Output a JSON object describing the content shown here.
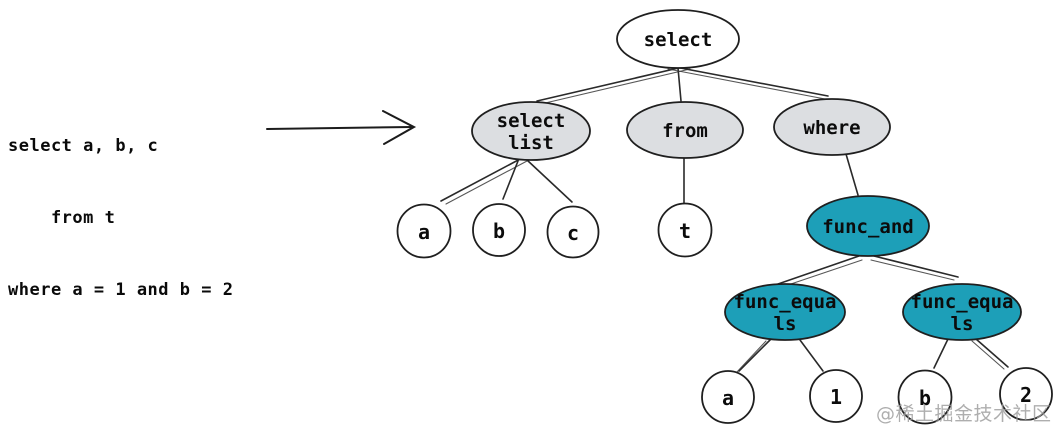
{
  "sql_snippet": {
    "lines": [
      "select a, b, c",
      "    from t",
      "where a = 1 and b = 2"
    ]
  },
  "icons": {
    "arrow_right": "→"
  },
  "colors": {
    "keyword_node_fill": "#dcdee1",
    "function_node_fill": "#1d9fb8",
    "leaf_node_fill": "#ffffff",
    "stroke": "#1f1f1f",
    "watermark_gray": "#9b9b9b"
  },
  "nodes": {
    "root": "select",
    "select_list": [
      "select",
      "list"
    ],
    "from_clause": "from",
    "where_clause": "where",
    "column_a": "a",
    "column_b": "b",
    "column_c": "c",
    "table_t": "t",
    "func_and": "func_and",
    "func_equals_left": [
      "func_equa",
      "ls"
    ],
    "func_equals_right": [
      "func_equa",
      "ls"
    ],
    "equals_left_column": "a",
    "equals_left_value": "1",
    "equals_right_column": "b",
    "equals_right_value": "2"
  },
  "watermark": "@稀土掘金技术社区"
}
